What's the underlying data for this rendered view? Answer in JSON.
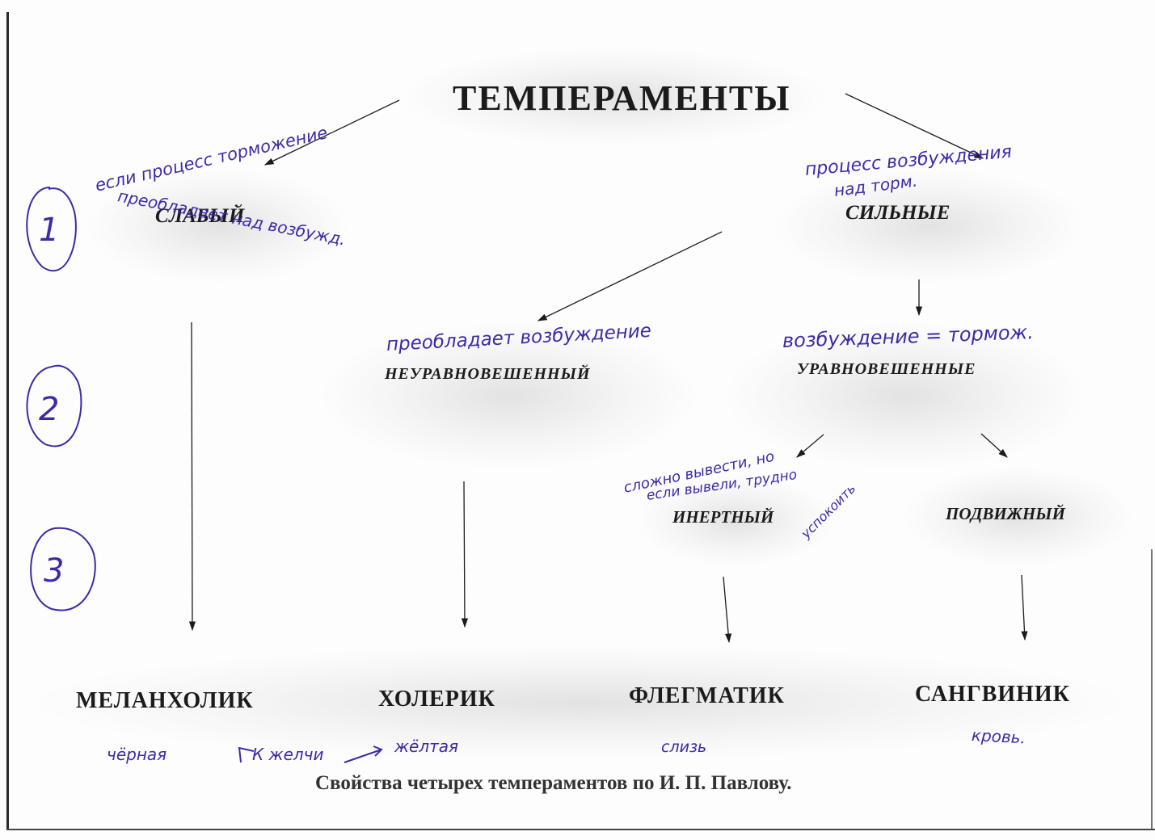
{
  "title": "ТЕМПЕРАМЕНТЫ",
  "level1": {
    "weak": "СЛАБЫЙ",
    "strong": "СИЛЬНЫЕ"
  },
  "level2": {
    "unbalanced": "НЕУРАВНОВЕШЕННЫЙ",
    "balanced": "УРАВНОВЕШЕННЫЕ"
  },
  "level3": {
    "inert": "ИНЕРТНЫЙ",
    "mobile": "ПОДВИЖНЫЙ"
  },
  "types": {
    "melancholic": "МЕЛАНХОЛИК",
    "choleric": "ХОЛЕРИК",
    "phlegmatic": "ФЛЕГМАТИК",
    "sanguine": "САНГВИНИК"
  },
  "caption": "Свойства четырех темпераментов по И. П. Павлову.",
  "notes": {
    "weak_line1": "если процесс торможение",
    "weak_line2": "преобладает над возбужд.",
    "strong_line1": "процесс возбуждения",
    "strong_line2": "над торм.",
    "unbalanced": "преобладает возбуждение",
    "balanced": "возбуждение = тормож.",
    "inert_line1": "сложно вывести, но",
    "inert_line2": "если вывели, трудно",
    "inert_line3": "успокоить",
    "melancholic": "чёрная",
    "choleric_a": "К желчи",
    "choleric_b": "жёлтая",
    "phlegmatic": "слизь",
    "sanguine": "кровь."
  },
  "level_numbers": [
    "1",
    "2",
    "3"
  ],
  "colors": {
    "ink": "#1b1b1b",
    "pen": "#3d2aa8"
  }
}
